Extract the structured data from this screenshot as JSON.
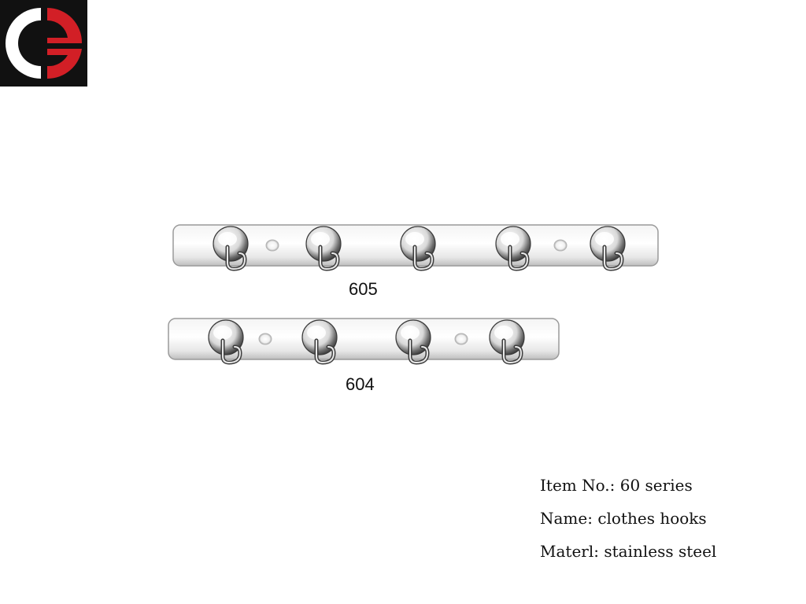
{
  "brand": {
    "logo_icon": "ce-logo-icon",
    "colors": {
      "background": "#111111",
      "left_mark": "#ffffff",
      "right_mark": "#d21f26"
    }
  },
  "products": [
    {
      "model": "605",
      "hook_count": 5,
      "screw_holes": 2
    },
    {
      "model": "604",
      "hook_count": 4,
      "screw_holes": 2
    }
  ],
  "specs": {
    "item_no": "Item No.: 60 series",
    "name": "Name: clothes hooks",
    "material": "Materl: stainless steel"
  },
  "icons": {
    "hook": "robe-hook-icon",
    "screw_hole": "screw-hole-icon"
  }
}
